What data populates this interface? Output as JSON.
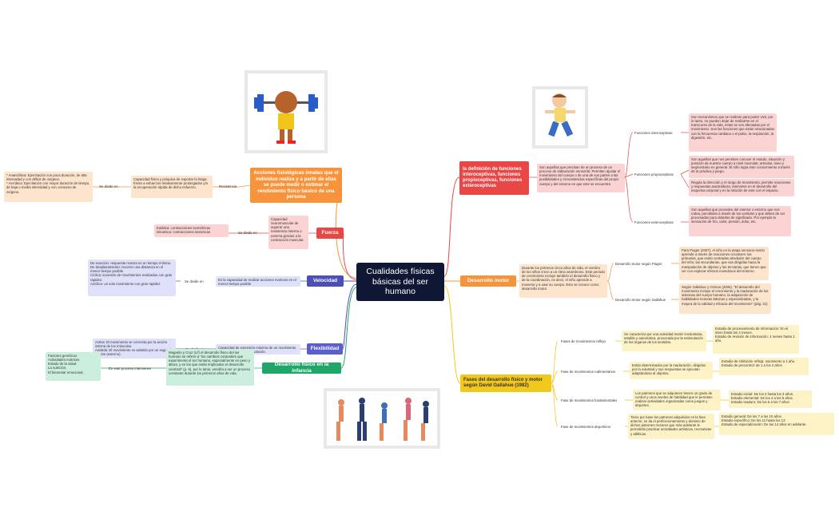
{
  "center": "Cualidades físicas básicas del ser humano",
  "colors": {
    "orange": "#f7933b",
    "red": "#e94646",
    "blue": "#4b4fb7",
    "indigo": "#5a5fcc",
    "green": "#21a66a",
    "yellow": "#f2c81c",
    "pink": "#fbd3d3",
    "lavender": "#dfe0fa",
    "mint": "#ccefdd",
    "cream": "#fdf2c6",
    "peach": "#fde4cd"
  },
  "branches": {
    "fisiologicas": {
      "title": "Acciones fisiológicas innatas que el individuo realiza y a partir de ellas se puede medir o estimar el rendimiento físico básico de una persona",
      "label": "Resistencia",
      "def": "Capacidad física y psíquica de soportar la fatiga frente a esfuerzos relativamente prolongados y/o la recuperación rápida de dicho esfuerzo.",
      "divide": "Se divide en",
      "types": [
        "* Anaeróbica: Ejercitación con poca duración, de alta intensidad y con déficit de oxígeno.",
        "* Aeróbica: Ejercitación con mayor duración de tiempo, de baja o media intensidad y con consumo de oxígeno."
      ]
    },
    "fuerza": {
      "title": "Fuerza",
      "def": "Capacidad neuromuscular de superar una resistencia interna o externa gracias a la contracción muscular.",
      "divide": "Se divide en",
      "types": [
        "Estática: contracciones isométricas",
        "Dinamica: contracciones isotonicas"
      ]
    },
    "velocidad": {
      "title": "Velocidad",
      "def": "Es la capacidad de realizar acciones motrices en el menor tiempo posible",
      "divide": "Se divide en",
      "types": [
        "De reacción: respuesta motora en un tiempo mínimo.",
        "De desplazamiento: recorrer una distancia en el menor tiempo posible",
        "Cíclica: sucesión de movimientos realizados con gran rapidez.",
        "Acíclica: un solo movimiento con gran rapidez."
      ]
    },
    "flexibilidad": {
      "title": "Flexibilidad",
      "def": "Capacidad de extensión máxima de un movimiento de una determinad articulación.",
      "divide": "Se divide en",
      "types": [
        "Activa: El movimiento se concreta por la acción interna de los músculos.",
        "Asistida: El movimiento es asistido por un segundo agente (externo)."
      ]
    },
    "infancia": {
      "title": "Desarrollo físico en la infancia",
      "def": "Magarito y Cruz (s.f) el desarrollo físico del ser humano se refiere a \"los cambios corporales que experimenta el ser humano, especialmente en peso y altura, y en los que están implicados el desarrollo cerebral\" (p. 5), por lo tanto, vendría a ser un proceso constante durante los primeros años de vida.",
      "label": "En este proceso intervienen",
      "types": [
        "Factores genéticos",
        "Actividades motrices",
        "Estado de la salud",
        "La nutrición,",
        "El bienestar emocional."
      ]
    },
    "definicion": {
      "title": "la definición de funciones interoceptivas, funciones propioceptivas, funciones exteroceptivas",
      "def": "Son aquellas que precisan de un proceso de un proceso de elaboración sensorial. Permiten ajustar el movimiento del cuerpo o de una de sus partes a las posibilidades y circunstancias específicas del propio cuerpo y del entorno en que este se encuentra",
      "items": [
        {
          "label": "Funciones interoceptivas",
          "text": "Son mecanismos que se realizan para poder vivir, por lo tanto, no pueden dejar de realizarse en el transcurso de la vida, estas se ven afectadas por el movimiento. Son las funciones que están relacionadas con la frecuencia cardiaca o el pulso, la respiración, la digestión, etc."
        },
        {
          "label": "Funciones propioceptivas",
          "text": "Son aquellas que nos permiten conocer el estado, situación y posición de nuestro cuerpo a nivel muscular, articular, óseo y segmentario en general. El niño logra este conocimiento a través de la práctica y juego.",
          "text2": "Regula la dirección y el rango de movimiento, permite reacciones y respuestas automáticas, interviene en el desarrollo del esquema corporal y en la relación de este con el espacio."
        },
        {
          "label": "Funciones exteroceptivas",
          "text": "Son aquellas que proceden del exterior o entorno que nos rodea, percibidas a través de los sentidos y que deben de ser procesadas para dotarlas de significado. Por ejemplo la sensación de frío, calor, presión, dolor, etc."
        }
      ]
    },
    "motor": {
      "title": "Desarrollo motor",
      "def": "Durante los primeros cinco años de vida, el cerebro de los niños crece a un ritmo asombroso. Este periodo de crecimiento incluye también el desarrollo físico y de la coordinación, es decir, el niño aprende a moverse y a usar su cuerpo. Esto se conoce como desarrollo motor.",
      "items": [
        {
          "label": "Desarrollo motor según Piaget",
          "text": "Para Piaget (2007), el niño en la etapa sensorio-motriz aprende a través de reacciones circulares: las primarias, que están centradas alrededor del cuerpo del niño; las secundarias, que van dirigidas hacia la manipulación de objetos y las terciarias, que tienen que ver con explorar efectos novedosos del entorno."
        },
        {
          "label": "Desarrollo motor según Gallahue",
          "text": "Según Gallahue y Ozmun (2006), \"El desarrollo del movimiento incluye el crecimiento y la maduración de los sistemas del cuerpo humano, la adquisición de habilidades motoras básicas y especializadas, y la mejora de la calidad y eficacia del movimiento\" (pág. 21)"
        }
      ]
    },
    "fases": {
      "title": "Fases del desarrollo físico y motor según David Gallahue (1982)",
      "items": [
        {
          "label": "Fases de movimientos reflejo",
          "text": "Se caracteriza por una actividad motriz involuntaria, estable y automática, provocada por la estimulación de los órganos de los sentidos.",
          "stages": [
            "Estadio de procesamiento de información: En el útero hasta los 4 meses.",
            "Estadio de revisión de información: 4 meses hasta 1 año."
          ]
        },
        {
          "label": "Fase de movimientos rudimentarios",
          "text": "Están determinados por la maduración, dirigidos por la voluntad y sus respuestas se ejecutan adaptándose al objetivo.",
          "stages": [
            "Estadio de inhibición refleja: nacimiento a 1 año.",
            "Estadio de precontrol:  de 1 a los 2 años"
          ]
        },
        {
          "label": "Fase de movimientos fundamentales",
          "text": "Los patrones que se adquieren tienen un grado de control y unos niveles de habilidad que le permiten realizar actividades organizadas como juegos y deportes.",
          "stages": [
            "Estadio inicial: De los 2 hasta los 3 años.",
            "Estadio elemental: De los 4 a los 5 años.",
            "Estadio maduro: De los 6 a los 7 años"
          ]
        },
        {
          "label": "Fase de movimientos deportivos",
          "text": "Tiene por base los patrones adquiridos en la fase anterior, se da el perfeccionamiento y dominio de dichos patrones motores que más adelante le permitirán practicar actividades artísticas, recreativas y atléticas.",
          "stages": [
            "Estadio general: De los 7 a los 10 años",
            "Estadio específico: De los 11 hasta los 13",
            "Estadio de especialización: De los 14 años en adelante."
          ]
        }
      ]
    }
  }
}
